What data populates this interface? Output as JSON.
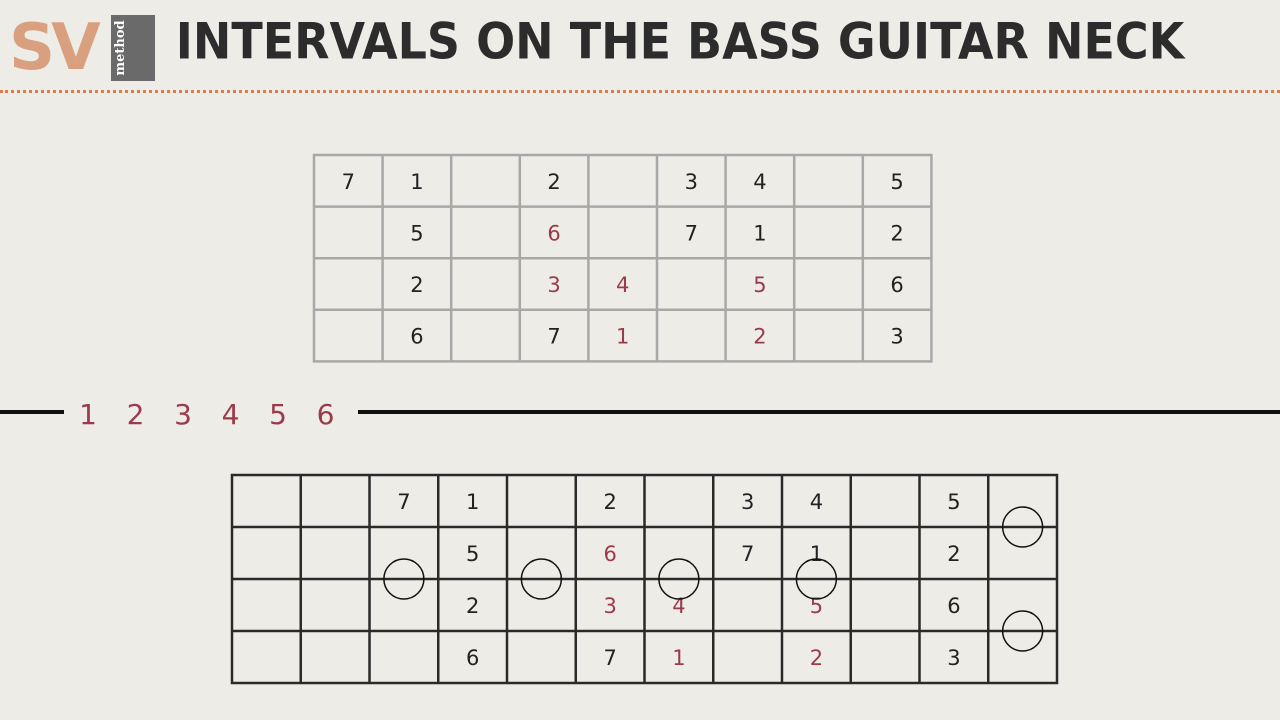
{
  "logo": {
    "letters": "SV",
    "word": "method"
  },
  "title": "INTERVALS ON THE BASS GUITAR NECK",
  "colors": {
    "accent_red": "#9b3a4a",
    "dotted_line": "#e07a4a",
    "text_dark": "#222222"
  },
  "top_grid": {
    "rows": [
      [
        {
          "t": "7",
          "r": false
        },
        {
          "t": "1",
          "r": false
        },
        {
          "t": "",
          "r": false
        },
        {
          "t": "2",
          "r": false
        },
        {
          "t": "",
          "r": false
        },
        {
          "t": "3",
          "r": false
        },
        {
          "t": "4",
          "r": false
        },
        {
          "t": "",
          "r": false
        },
        {
          "t": "5",
          "r": false
        }
      ],
      [
        {
          "t": "",
          "r": false
        },
        {
          "t": "5",
          "r": false
        },
        {
          "t": "",
          "r": false
        },
        {
          "t": "6",
          "r": true
        },
        {
          "t": "",
          "r": false
        },
        {
          "t": "7",
          "r": false
        },
        {
          "t": "1",
          "r": false
        },
        {
          "t": "",
          "r": false
        },
        {
          "t": "2",
          "r": false
        }
      ],
      [
        {
          "t": "",
          "r": false
        },
        {
          "t": "2",
          "r": false
        },
        {
          "t": "",
          "r": false
        },
        {
          "t": "3",
          "r": true
        },
        {
          "t": "4",
          "r": true
        },
        {
          "t": "",
          "r": false
        },
        {
          "t": "5",
          "r": true
        },
        {
          "t": "",
          "r": false
        },
        {
          "t": "6",
          "r": false
        }
      ],
      [
        {
          "t": "",
          "r": false
        },
        {
          "t": "6",
          "r": false
        },
        {
          "t": "",
          "r": false
        },
        {
          "t": "7",
          "r": false
        },
        {
          "t": "1",
          "r": true
        },
        {
          "t": "",
          "r": false
        },
        {
          "t": "2",
          "r": true
        },
        {
          "t": "",
          "r": false
        },
        {
          "t": "3",
          "r": false
        }
      ]
    ]
  },
  "number_line": [
    "1",
    "2",
    "3",
    "4",
    "5",
    "6"
  ],
  "bottom_grid": {
    "rows": [
      [
        {
          "t": "",
          "r": false
        },
        {
          "t": "",
          "r": false
        },
        {
          "t": "7",
          "r": false
        },
        {
          "t": "1",
          "r": false
        },
        {
          "t": "",
          "r": false
        },
        {
          "t": "2",
          "r": false
        },
        {
          "t": "",
          "r": false
        },
        {
          "t": "3",
          "r": false
        },
        {
          "t": "4",
          "r": false
        },
        {
          "t": "",
          "r": false
        },
        {
          "t": "5",
          "r": false
        },
        {
          "t": "",
          "r": false
        }
      ],
      [
        {
          "t": "",
          "r": false
        },
        {
          "t": "",
          "r": false
        },
        {
          "t": "",
          "r": false
        },
        {
          "t": "5",
          "r": false
        },
        {
          "t": "",
          "r": false
        },
        {
          "t": "6",
          "r": true
        },
        {
          "t": "",
          "r": false
        },
        {
          "t": "7",
          "r": false
        },
        {
          "t": "1",
          "r": false
        },
        {
          "t": "",
          "r": false
        },
        {
          "t": "2",
          "r": false
        },
        {
          "t": "",
          "r": false
        }
      ],
      [
        {
          "t": "",
          "r": false
        },
        {
          "t": "",
          "r": false
        },
        {
          "t": "",
          "r": false
        },
        {
          "t": "2",
          "r": false
        },
        {
          "t": "",
          "r": false
        },
        {
          "t": "3",
          "r": true
        },
        {
          "t": "4",
          "r": true
        },
        {
          "t": "",
          "r": false
        },
        {
          "t": "5",
          "r": true
        },
        {
          "t": "",
          "r": false
        },
        {
          "t": "6",
          "r": false
        },
        {
          "t": "",
          "r": false
        }
      ],
      [
        {
          "t": "",
          "r": false
        },
        {
          "t": "",
          "r": false
        },
        {
          "t": "",
          "r": false
        },
        {
          "t": "6",
          "r": false
        },
        {
          "t": "",
          "r": false
        },
        {
          "t": "7",
          "r": false
        },
        {
          "t": "1",
          "r": true
        },
        {
          "t": "",
          "r": false
        },
        {
          "t": "2",
          "r": true
        },
        {
          "t": "",
          "r": false
        },
        {
          "t": "3",
          "r": false
        },
        {
          "t": "",
          "r": false
        }
      ]
    ],
    "fret_markers": [
      {
        "col": 2,
        "row_boundary": 2
      },
      {
        "col": 4,
        "row_boundary": 2
      },
      {
        "col": 6,
        "row_boundary": 2
      },
      {
        "col": 8,
        "row_boundary": 2
      },
      {
        "col": 11,
        "row_boundary": 1
      },
      {
        "col": 11,
        "row_boundary": 3
      }
    ]
  }
}
